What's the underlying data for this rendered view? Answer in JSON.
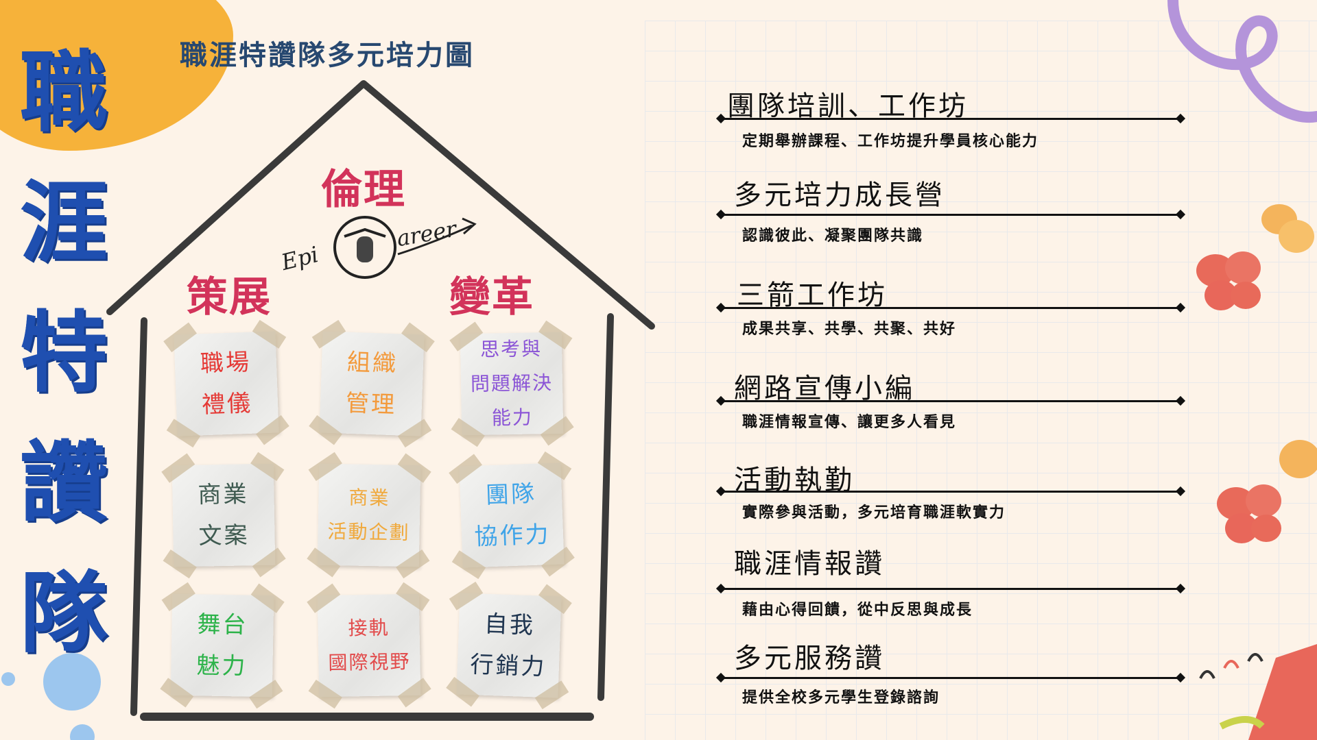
{
  "title_chars": [
    "職",
    "涯",
    "特",
    "讚",
    "隊"
  ],
  "subtitle": "職涯特讚隊多元培力圖",
  "house": {
    "roof_label": "倫理",
    "left_label": "策展",
    "right_label": "變革",
    "logo_prefix": "Epi",
    "logo_suffix": "areer"
  },
  "notes": [
    {
      "line1": "職場",
      "line2": "禮儀",
      "line3": "",
      "color": "#e53935"
    },
    {
      "line1": "組織",
      "line2": "管理",
      "line3": "",
      "color": "#f39a3c"
    },
    {
      "line1": "思考與",
      "line2": "問題解決",
      "line3": "能力",
      "color": "#8b55d6"
    },
    {
      "line1": "商業",
      "line2": "文案",
      "line3": "",
      "color": "#3e5a50"
    },
    {
      "line1": "商業",
      "line2": "活動企劃",
      "line3": "",
      "color": "#f0a93c"
    },
    {
      "line1": "團隊",
      "line2": "協作力",
      "line3": "",
      "color": "#3fa4e8"
    },
    {
      "line1": "舞台",
      "line2": "魅力",
      "line3": "",
      "color": "#2db34a"
    },
    {
      "line1": "接軌",
      "line2": "國際視野",
      "line3": "",
      "color": "#e24a4a"
    },
    {
      "line1": "自我",
      "line2": "行銷力",
      "line3": "",
      "color": "#1f3550"
    }
  ],
  "items": [
    {
      "title": "團隊培訓、工作坊",
      "desc": "定期舉辦課程、工作坊提升學員核心能力"
    },
    {
      "title": "多元培力成長營",
      "desc": "認識彼此、凝聚團隊共識"
    },
    {
      "title": "三箭工作坊",
      "desc": "成果共享、共學、共聚、共好"
    },
    {
      "title": "網路宣傳小編",
      "desc": "職涯情報宣傳、讓更多人看見"
    },
    {
      "title": "活動執勤",
      "desc": "實際參與活動，多元培育職涯軟實力"
    },
    {
      "title": "職涯情報讚",
      "desc": "藉由心得回饋，從中反思與成長"
    },
    {
      "title": "多元服務讚",
      "desc": "提供全校多元學生登錄諮詢"
    }
  ],
  "colors": {
    "title_blue": "#1f4fb0",
    "accent_red": "#d2335a",
    "orange": "#f6b23a",
    "purple": "#b08ad8"
  }
}
